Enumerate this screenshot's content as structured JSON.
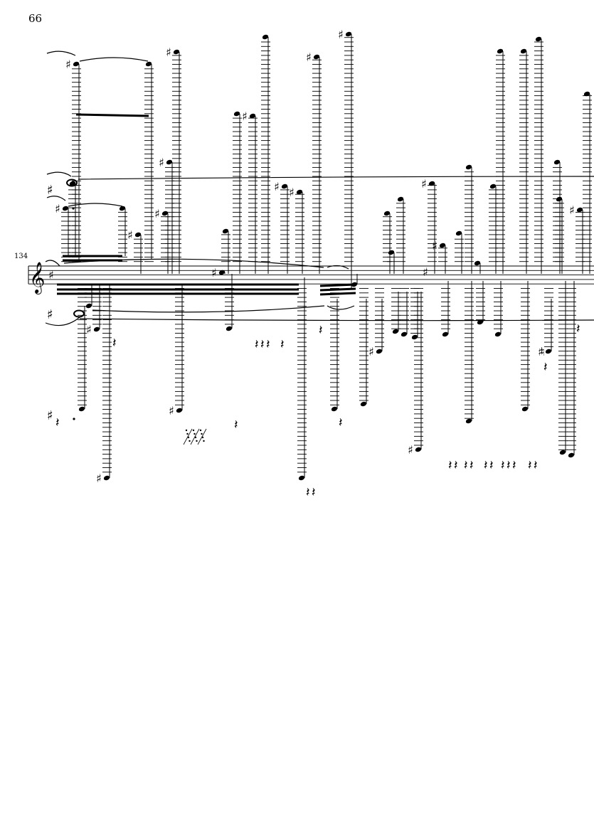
{
  "page": {
    "page_number": "66"
  },
  "system": {
    "measure_number": "134",
    "clef": "treble",
    "staff_lines": 5,
    "staff_color": "#000000"
  },
  "symbols": {
    "sharp": "♯",
    "natural": "♮",
    "clef": "𝄞",
    "quarter_rest": "𝄽"
  }
}
